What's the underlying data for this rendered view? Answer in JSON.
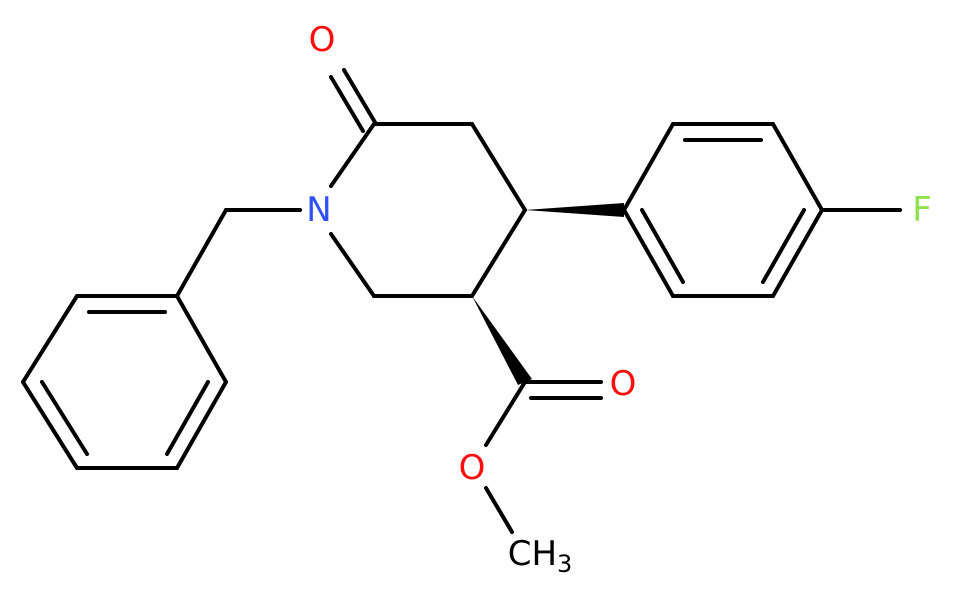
{
  "atoms": {
    "carbonyl_oxygen": {
      "label": "O",
      "color": "#ff0d0d"
    },
    "ring_nitrogen": {
      "label": "N",
      "color": "#3050f8"
    },
    "fluorine": {
      "label": "F",
      "color": "#90e050"
    },
    "ester_carbonyl_oxygen": {
      "label": "O",
      "color": "#ff0d0d"
    },
    "ester_oxygen": {
      "label": "O",
      "color": "#ff0d0d"
    },
    "methyl": {
      "label": "CH",
      "subscript": "3",
      "color": "#000000"
    }
  }
}
